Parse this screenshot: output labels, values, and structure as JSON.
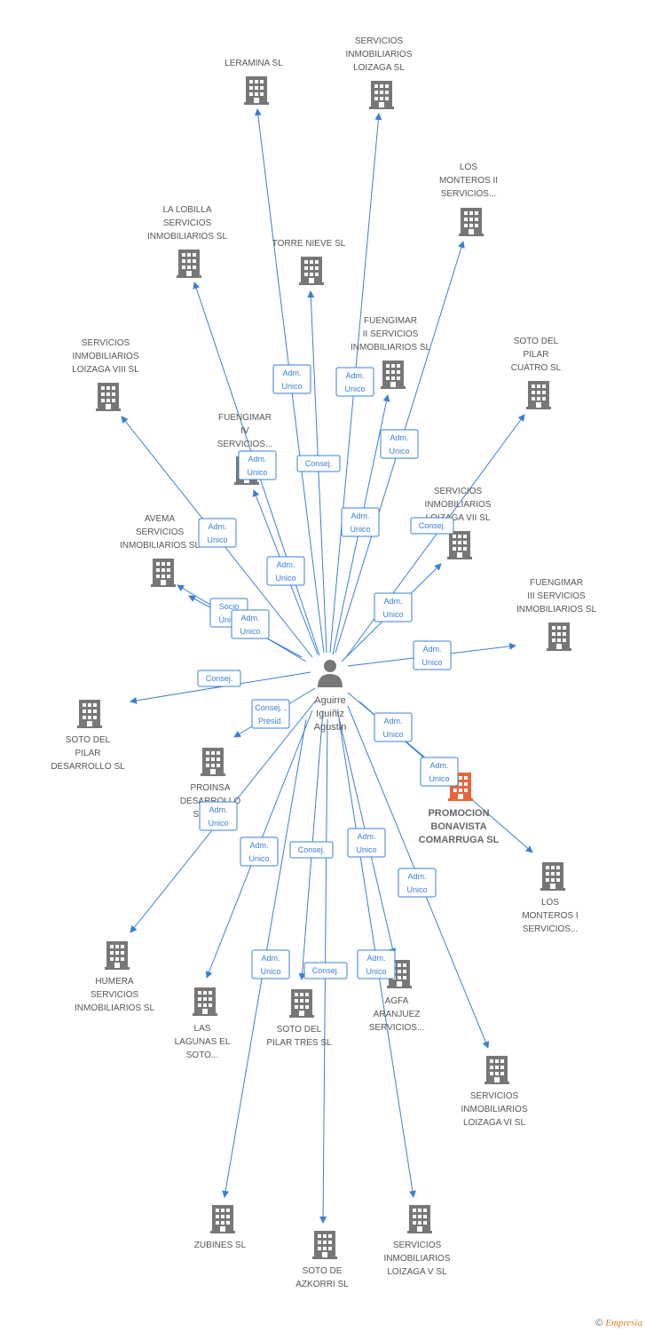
{
  "center": {
    "name_lines": [
      "Aguirre",
      "Iguiñiz",
      "Agustin"
    ],
    "icon": "person-icon"
  },
  "colors": {
    "edge": "#3a7fd5",
    "building": "#777777",
    "focus_building": "#e8643a",
    "text": "#555555"
  },
  "nodes": [
    {
      "id": "leramina",
      "lines": [
        "LERAMINA SL"
      ],
      "icon": "building-icon"
    },
    {
      "id": "loizaga",
      "lines": [
        "SERVICIOS",
        "INMOBILIARIOS",
        "LOIZAGA SL"
      ],
      "icon": "building-icon"
    },
    {
      "id": "monteros2",
      "lines": [
        "LOS",
        "MONTEROS II",
        "SERVICIOS..."
      ],
      "icon": "building-icon"
    },
    {
      "id": "lobilla",
      "lines": [
        "LA LOBILLA",
        "SERVICIOS",
        "INMOBILIARIOS SL"
      ],
      "icon": "building-icon"
    },
    {
      "id": "torrenieve",
      "lines": [
        "TORRE NIEVE SL"
      ],
      "icon": "building-icon"
    },
    {
      "id": "fuengimar2",
      "lines": [
        "FUENGIMAR",
        "II SERVICIOS",
        "INMOBILIARIOS SL"
      ],
      "icon": "building-icon"
    },
    {
      "id": "sotopilar4",
      "lines": [
        "SOTO DEL",
        "PILAR",
        "CUATRO SL"
      ],
      "icon": "building-icon"
    },
    {
      "id": "loizaga8",
      "lines": [
        "SERVICIOS",
        "INMOBILIARIOS",
        "LOIZAGA VIII SL"
      ],
      "icon": "building-icon"
    },
    {
      "id": "fuengimar4",
      "lines": [
        "FUENGIMAR",
        "IV",
        "SERVICIOS..."
      ],
      "icon": "building-icon"
    },
    {
      "id": "loizaga7",
      "lines": [
        "SERVICIOS",
        "INMOBILIARIOS",
        "LOIZAGA VII SL"
      ],
      "icon": "building-icon"
    },
    {
      "id": "avema",
      "lines": [
        "AVEMA",
        "SERVICIOS",
        "INMOBILIARIOS SL"
      ],
      "icon": "building-icon"
    },
    {
      "id": "fuengimar3",
      "lines": [
        "FUENGIMAR",
        "III SERVICIOS",
        "INMOBILIARIOS SL"
      ],
      "icon": "building-icon"
    },
    {
      "id": "sotodesarrollo",
      "lines": [
        "SOTO DEL",
        "PILAR",
        "DESARROLLO SL"
      ],
      "icon": "building-icon"
    },
    {
      "id": "proinsa",
      "lines": [
        "PROINSA",
        "DESARROLLO",
        "SIGLO..."
      ],
      "icon": "building-icon"
    },
    {
      "id": "promocion",
      "lines": [
        "PROMOCION",
        "BONAVISTA",
        "COMARRUGA SL"
      ],
      "icon": "building-icon",
      "focus": true
    },
    {
      "id": "monteros1",
      "lines": [
        "LOS",
        "MONTEROS I",
        "SERVICIOS..."
      ],
      "icon": "building-icon"
    },
    {
      "id": "humera",
      "lines": [
        "HUMERA",
        "SERVICIOS",
        "INMOBILIARIOS SL"
      ],
      "icon": "building-icon"
    },
    {
      "id": "lagunas",
      "lines": [
        "LAS",
        "LAGUNAS EL",
        "SOTO..."
      ],
      "icon": "building-icon"
    },
    {
      "id": "sototres",
      "lines": [
        "SOTO DEL",
        "PILAR TRES SL"
      ],
      "icon": "building-icon"
    },
    {
      "id": "agfa",
      "lines": [
        "AGFA",
        "ARANJUEZ",
        "SERVICIOS..."
      ],
      "icon": "building-icon"
    },
    {
      "id": "loizaga6",
      "lines": [
        "SERVICIOS",
        "INMOBILIARIOS",
        "LOIZAGA VI SL"
      ],
      "icon": "building-icon"
    },
    {
      "id": "zubines",
      "lines": [
        "ZUBINES SL"
      ],
      "icon": "building-icon"
    },
    {
      "id": "azkorri",
      "lines": [
        "SOTO DE",
        "AZKORRI SL"
      ],
      "icon": "building-icon"
    },
    {
      "id": "loizaga5",
      "lines": [
        "SERVICIOS",
        "INMOBILIARIOS",
        "LOIZAGA V SL"
      ],
      "icon": "building-icon"
    }
  ],
  "edges": [
    {
      "to": "leramina",
      "role": [
        "Adm.",
        "Unico"
      ]
    },
    {
      "to": "loizaga",
      "role": [
        "Adm.",
        "Unico"
      ]
    },
    {
      "to": "monteros2",
      "role": [
        "Adm.",
        "Unico"
      ]
    },
    {
      "to": "lobilla",
      "role": [
        "Adm.",
        "Unico"
      ]
    },
    {
      "to": "torrenieve",
      "role": [
        "Consej."
      ]
    },
    {
      "to": "fuengimar2",
      "role": [
        "Adm.",
        "Unico"
      ]
    },
    {
      "to": "sotopilar4",
      "role": [
        "Consej."
      ]
    },
    {
      "to": "loizaga8",
      "role": [
        "Adm.",
        "Unico"
      ]
    },
    {
      "to": "fuengimar4",
      "role": [
        "Adm.",
        "Unico"
      ]
    },
    {
      "to": "loizaga7",
      "role": [
        "Adm.",
        "Unico"
      ]
    },
    {
      "to": "avema",
      "role": [
        "Socio",
        "Único"
      ]
    },
    {
      "to": "avema",
      "role": [
        "Adm.",
        "Unico"
      ]
    },
    {
      "to": "fuengimar3",
      "role": [
        "Adm.",
        "Unico"
      ]
    },
    {
      "to": "sotodesarrollo",
      "role": [
        "Consej."
      ]
    },
    {
      "to": "proinsa",
      "role": [
        "Consej. ,",
        "Presid."
      ]
    },
    {
      "to": "promocion",
      "role": [
        "Adm.",
        "Unico"
      ]
    },
    {
      "to": "monteros1",
      "role": [
        "Adm.",
        "Unico"
      ]
    },
    {
      "to": "humera",
      "role": [
        "Adm.",
        "Unico"
      ]
    },
    {
      "to": "lagunas",
      "role": [
        "Adm.",
        "Unico"
      ]
    },
    {
      "to": "sototres",
      "role": [
        "Consej."
      ]
    },
    {
      "to": "agfa",
      "role": [
        "Adm.",
        "Unico"
      ]
    },
    {
      "to": "loizaga6",
      "role": [
        "Adm.",
        "Unico"
      ]
    },
    {
      "to": "zubines",
      "role": [
        "Adm.",
        "Unico"
      ]
    },
    {
      "to": "azkorri",
      "role": [
        "Consej."
      ]
    },
    {
      "to": "loizaga5",
      "role": [
        "Adm.",
        "Unico"
      ]
    }
  ],
  "footer": {
    "copyright": "©",
    "brand": "Empresia"
  }
}
